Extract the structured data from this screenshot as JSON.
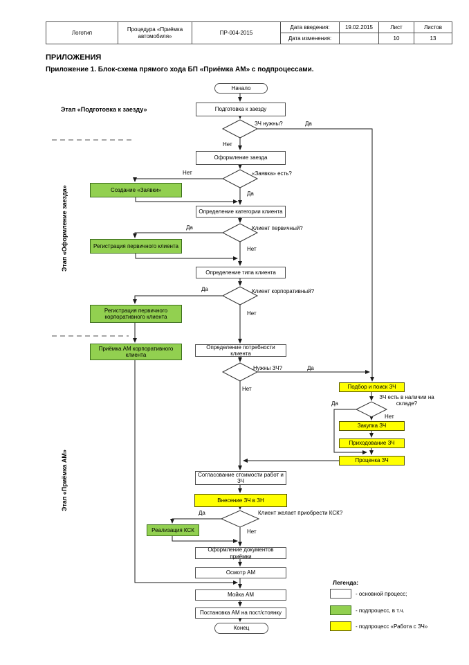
{
  "header_table": {
    "logo": "Логотип",
    "procedure": "Процедура «Приёмка автомобиля»",
    "doc_number": "ПР-004-2015",
    "intro_date_label": "Дата введения:",
    "intro_date": "19.02.2015",
    "change_date_label": "Дата изменения:",
    "change_date": "",
    "sheet_label": "Лист",
    "sheet_number": "10",
    "sheets_label": "Листов",
    "sheets_total": "13"
  },
  "titles": {
    "section": "ПРИЛОЖЕНИЯ",
    "subtitle": "Приложение 1. Блок-схема прямого хода БП «Приёмка АМ» с подпроцессами."
  },
  "stages": {
    "stage1": "Этап «Подготовка к заезду»",
    "stage2": "Этап «Оформление заезда»",
    "stage3": "Этап «Приёмка АМ»"
  },
  "nodes": {
    "start": "Начало",
    "prep": "Подготовка к заезду",
    "arrival": "Оформление заезда",
    "category": "Определение категории клиента",
    "type": "Определение типа клиента",
    "needs": "Определение потребности клиента",
    "agree_cost": "Согласование стоимости работ и ЗЧ",
    "docs": "Оформление документов приёмки",
    "inspect": "Осмотр АМ",
    "wash": "Мойка АМ",
    "park": "Постановка АМ на пост/стоянку",
    "end": "Конец"
  },
  "subprocesses": {
    "create_request": "Создание «Заявки»",
    "reg_primary": "Регистрация первичного клиента",
    "reg_primary_corp": "Регистрация первичного корпоративного клиента",
    "accept_corp": "Приёмка АМ корпоративного клиента",
    "sell_ksk": "Реализация КСК"
  },
  "parts": {
    "search": "Подбор и поиск ЗЧ",
    "purchase": "Закупка ЗЧ",
    "receipt": "Приходование ЗЧ",
    "pricing": "Проценка ЗЧ",
    "add_to_order": "Внесение ЗЧ в ЗН"
  },
  "decisions": {
    "d1": "ЗЧ нужны?",
    "d2": "«Заявка» есть?",
    "d3": "Клиент первичный?",
    "d4": "Клиент корпоративный?",
    "d5": "Нужны ЗЧ?",
    "d6": "ЗЧ есть в наличии на складе?",
    "d7": "Клиент желает приобрести КСК?"
  },
  "labels": {
    "yes": "Да",
    "no": "Нет"
  },
  "legend": {
    "title": "Легенда:",
    "items": [
      {
        "label": "- основной процесс;",
        "color": "#FFFFFF"
      },
      {
        "label": "- подпроцесс, в т.ч.",
        "color": "#92D050"
      },
      {
        "label": "- подпроцесс «Работа с ЗЧ»",
        "color": "#FFFF00"
      }
    ]
  },
  "colors": {
    "subprocess_green": "#92D050",
    "parts_yellow": "#FFFF00",
    "line": "#1a1a1a"
  }
}
